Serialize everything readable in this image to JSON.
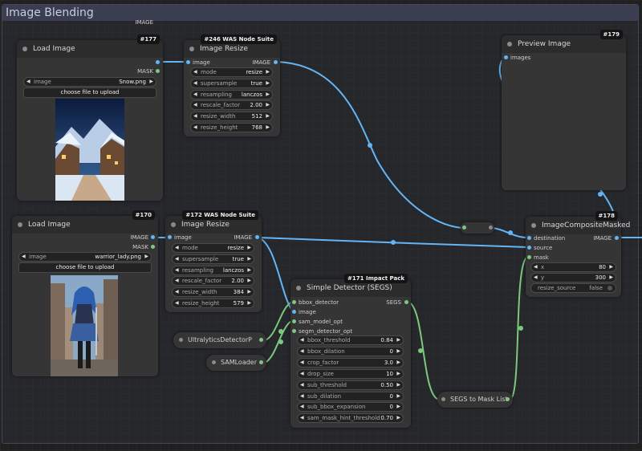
{
  "group_title": "Image Blending",
  "colors": {
    "image": "#64b5f6",
    "mask": "#81c784",
    "segs": "#81c784",
    "wire_green": "#7bc97f"
  },
  "load1": {
    "id": "#177",
    "title": "Load Image",
    "outputs": [
      "IMAGE",
      "MASK"
    ],
    "widget_label": "image",
    "widget_value": "Snow.png",
    "button": "choose file to upload"
  },
  "load2": {
    "id": "#170",
    "title": "Load Image",
    "outputs": [
      "IMAGE",
      "MASK"
    ],
    "widget_label": "image",
    "widget_value": "warrior_lady.png",
    "button": "choose file to upload"
  },
  "resize1": {
    "id": "#246 WAS Node Suite",
    "title": "Image Resize",
    "input": "image",
    "output": "IMAGE",
    "widgets": [
      {
        "label": "mode",
        "value": "resize"
      },
      {
        "label": "supersample",
        "value": "true"
      },
      {
        "label": "resampling",
        "value": "lanczos"
      },
      {
        "label": "rescale_factor",
        "value": "2.00"
      },
      {
        "label": "resize_width",
        "value": "512"
      },
      {
        "label": "resize_height",
        "value": "768"
      }
    ]
  },
  "resize2": {
    "id": "#172 WAS Node Suite",
    "title": "Image Resize",
    "input": "image",
    "output": "IMAGE",
    "widgets": [
      {
        "label": "mode",
        "value": "resize"
      },
      {
        "label": "supersample",
        "value": "true"
      },
      {
        "label": "resampling",
        "value": "lanczos"
      },
      {
        "label": "rescale_factor",
        "value": "2.00"
      },
      {
        "label": "resize_width",
        "value": "384"
      },
      {
        "label": "resize_height",
        "value": "579"
      }
    ]
  },
  "preview": {
    "id": "#179",
    "title": "Preview Image",
    "input": "images"
  },
  "composite": {
    "id": "#178",
    "title": "ImageCompositeMasked",
    "inputs": [
      "destination",
      "source",
      "mask"
    ],
    "output": "IMAGE",
    "widgets": [
      {
        "label": "x",
        "value": "80"
      },
      {
        "label": "y",
        "value": "300"
      }
    ],
    "toggle": {
      "label": "resize_source",
      "value": "false"
    }
  },
  "detector": {
    "id": "#171 Impact Pack",
    "title": "Simple Detector (SEGS)",
    "inputs": [
      "bbox_detector",
      "image",
      "sam_model_opt",
      "segm_detector_opt"
    ],
    "output": "SEGS",
    "widgets": [
      {
        "label": "bbox_threshold",
        "value": "0.84"
      },
      {
        "label": "bbox_dilation",
        "value": "0"
      },
      {
        "label": "crop_factor",
        "value": "3.0"
      },
      {
        "label": "drop_size",
        "value": "10"
      },
      {
        "label": "sub_threshold",
        "value": "0.50"
      },
      {
        "label": "sub_dilation",
        "value": "0"
      },
      {
        "label": "sub_bbox_expansion",
        "value": "0"
      },
      {
        "label": "sam_mask_hint_threshold",
        "value": "0.70"
      }
    ]
  },
  "ultra": {
    "title": "UltralyticsDetectorP"
  },
  "sam": {
    "title": "SAMLoader"
  },
  "segs2mask": {
    "title": "SEGS to Mask List"
  }
}
